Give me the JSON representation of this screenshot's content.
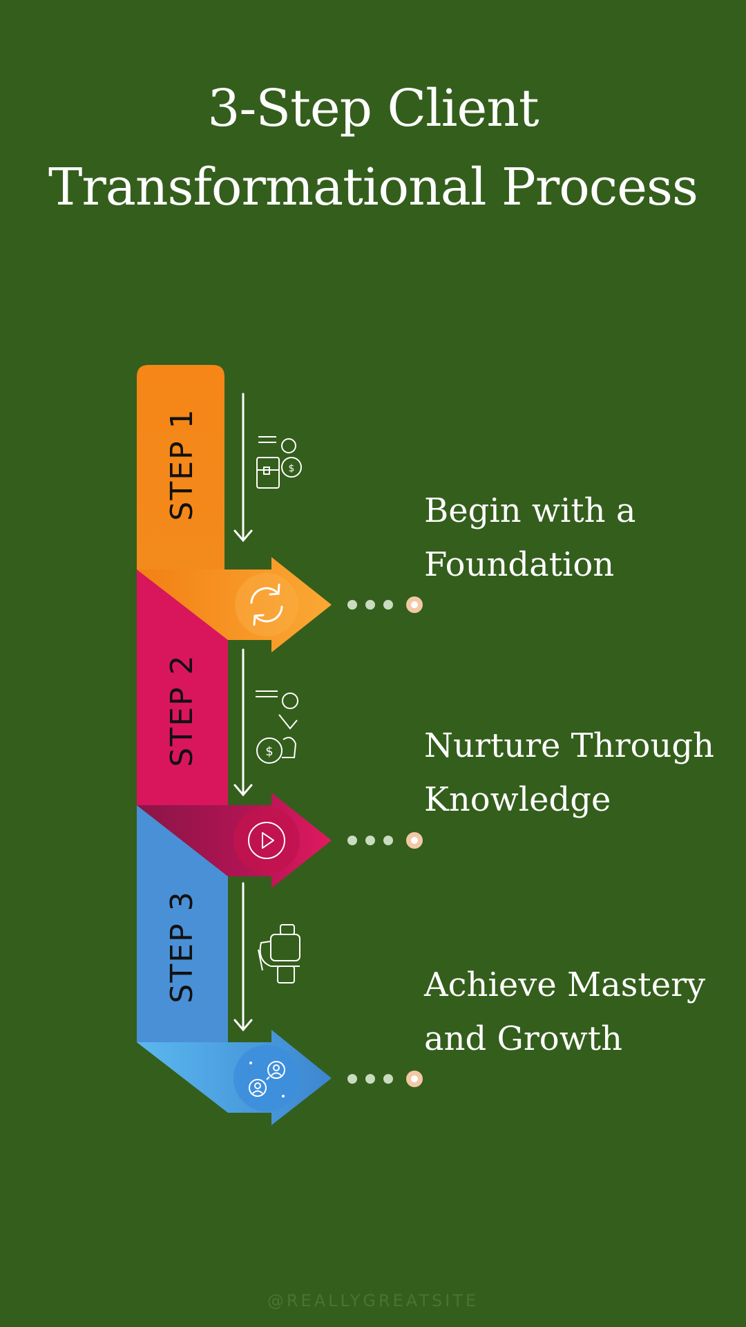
{
  "title": {
    "line1": "3-Step Client",
    "line2": "Transformational Process"
  },
  "steps": [
    {
      "label": "STEP 1",
      "text_line1": "Begin with a",
      "text_line2": "Foundation",
      "color": "#f68a1f",
      "arrow_icon": "refresh-icon",
      "side_icon": "business-money-icon"
    },
    {
      "label": "STEP 2",
      "text_line1": "Nurture Through",
      "text_line2": "Knowledge",
      "color": "#d9165c",
      "arrow_icon": "play-icon",
      "side_icon": "money-growth-icon"
    },
    {
      "label": "STEP 3",
      "text_line1": "Achieve Mastery",
      "text_line2": "and Growth",
      "color": "#4a90d6",
      "arrow_icon": "people-network-icon",
      "side_icon": "trophy-icon"
    }
  ],
  "footer": "@REALLYGREATSITE",
  "colors": {
    "background": "#345e1c",
    "text": "#ffffff",
    "dot": "#c9dcc0",
    "end_dot": "#f2c9a6"
  }
}
